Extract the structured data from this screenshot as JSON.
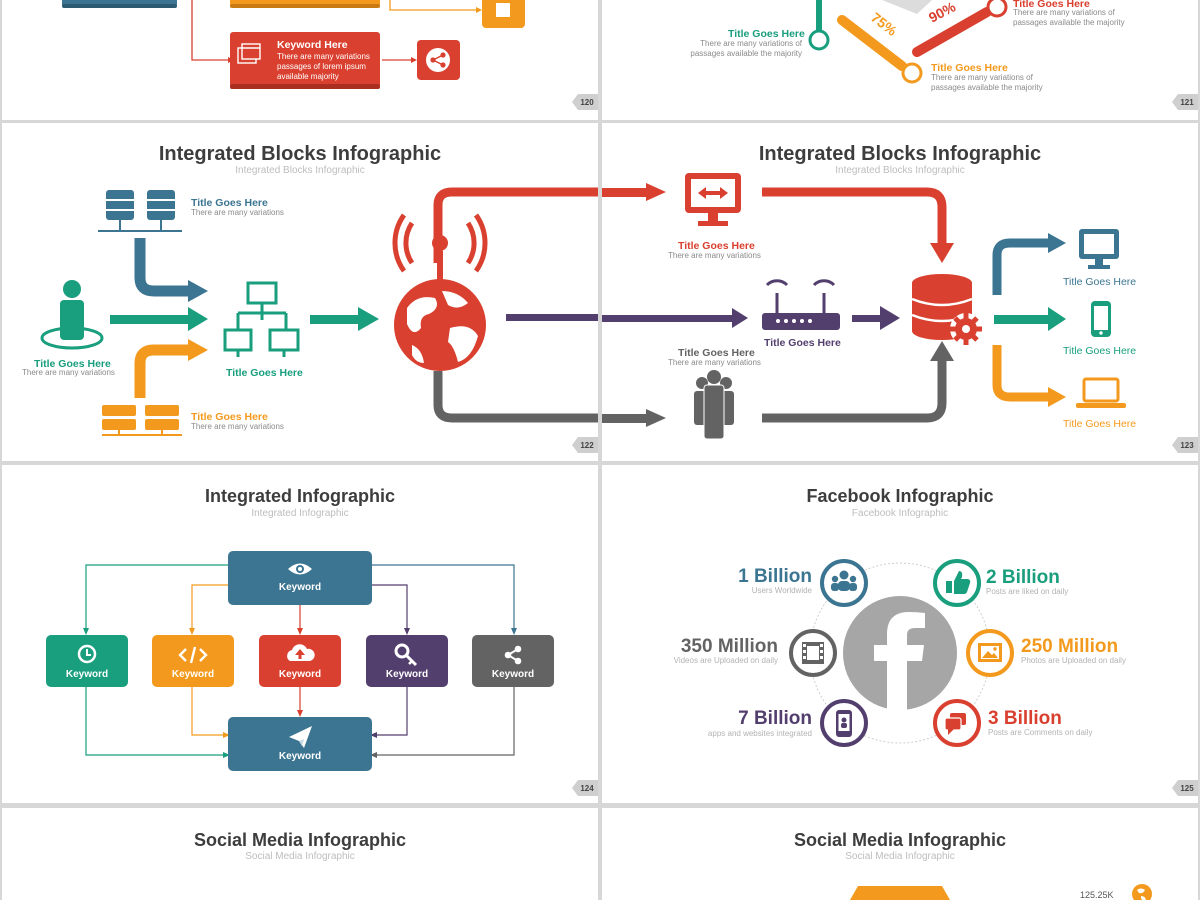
{
  "colors": {
    "blue": "#3c7591",
    "green": "#199e7e",
    "orange": "#f39a1e",
    "red": "#d9402f",
    "purple": "#533f6e",
    "gray": "#636363"
  },
  "slide120": {
    "keyword_title": "Keyword Here",
    "keyword_desc": [
      "There are many variations",
      "passages of lorem ipsum",
      "available  majority"
    ],
    "page": "120",
    "icons": [
      "share-icon",
      "building-icon"
    ]
  },
  "slide121": {
    "pct_75": "75%",
    "pct_90": "90%",
    "items": [
      {
        "title": "Title Goes Here",
        "desc": [
          "There are many variations of",
          "passages available the majority"
        ]
      },
      {
        "title": "Title Goes Here",
        "desc": [
          "There are many variations of",
          "passages available the majority"
        ]
      },
      {
        "title": "Title Goes Here",
        "desc": [
          "There are many variations of",
          "passages available the majority"
        ]
      }
    ],
    "page": "121"
  },
  "slide122": {
    "title": "Integrated Blocks Infographic",
    "subtitle": "Integrated Blocks Infographic",
    "items": [
      {
        "title": "Title Goes Here",
        "desc": "There are many variations"
      },
      {
        "title": "Title Goes Here",
        "desc": "There are many variations"
      },
      {
        "title": "Title Goes Here"
      },
      {
        "title": "Title Goes Here",
        "desc": "There are many variations"
      }
    ],
    "page": "122",
    "icons": [
      "database-icon",
      "user-icon",
      "network-icon",
      "server-icon",
      "globe-antenna-icon"
    ]
  },
  "slide123": {
    "title": "Integrated Blocks Infographic",
    "subtitle": "Integrated Blocks Infographic",
    "items": [
      {
        "title": "Title Goes Here",
        "desc": "There are many variations"
      },
      {
        "title": "Title Goes Here"
      },
      {
        "title": "Title Goes Here",
        "desc": "There are many variations"
      },
      {
        "title": "Title Goes Here"
      },
      {
        "title": "Title Goes Here"
      },
      {
        "title": "Title Goes Here"
      }
    ],
    "page": "123",
    "icons": [
      "monitor-icon",
      "router-icon",
      "people-icon",
      "database-gear-icon",
      "desktop-icon",
      "phone-icon",
      "laptop-icon"
    ]
  },
  "slide124": {
    "title": "Integrated Infographic",
    "subtitle": "Integrated Infographic",
    "keywords": [
      "Keyword",
      "Keyword",
      "Keyword",
      "Keyword",
      "Keyword",
      "Keyword",
      "Keyword"
    ],
    "page": "124",
    "icons": [
      "eye-icon",
      "clock-icon",
      "code-icon",
      "cloud-upload-icon",
      "key-icon",
      "share-icon",
      "paper-plane-icon"
    ]
  },
  "slide125": {
    "title": "Facebook Infographic",
    "subtitle": "Facebook Infographic",
    "stats": [
      {
        "value": "1 Billion",
        "label": "Users Worldwide",
        "color": "#3c7591"
      },
      {
        "value": "350 Million",
        "label": "Videos are Uploaded on daily",
        "color": "#636363"
      },
      {
        "value": "7 Billion",
        "label": "apps and websites integrated",
        "color": "#533f6e"
      },
      {
        "value": "2 Billion",
        "label": "Posts are liked on daily",
        "color": "#199e7e"
      },
      {
        "value": "250 Million",
        "label": "Photos are Uploaded on daily",
        "color": "#f39a1e"
      },
      {
        "value": "3 Billion",
        "label": "Posts are Comments on daily",
        "color": "#d9402f"
      }
    ],
    "page": "125",
    "icons": [
      "facebook-logo-icon",
      "users-icon",
      "film-icon",
      "mobile-icon",
      "thumbs-up-icon",
      "photo-icon",
      "comment-icon"
    ]
  },
  "slide126": {
    "title": "Social Media Infographic",
    "subtitle": "Social Media Infographic"
  },
  "slide127": {
    "title": "Social Media Infographic",
    "subtitle": "Social Media Infographic",
    "count": "125.25K"
  }
}
